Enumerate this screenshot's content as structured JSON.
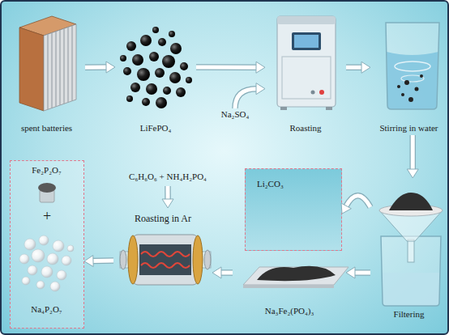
{
  "diagram": {
    "nodes": [
      {
        "text": [
          "spent batteries"
        ]
      },
      {
        "text": [
          "LiFePO₄"
        ]
      },
      {
        "text": [
          "Roasting"
        ]
      },
      {
        "text": [
          "Stirring in water"
        ]
      },
      {
        "text": [
          "Filtering"
        ]
      },
      {
        "text": [
          "Na₃Fe₂(PO₄)₃"
        ]
      },
      {
        "text": [
          "Li₂CO₃"
        ]
      },
      {
        "text": [
          "Roasting in Ar"
        ]
      },
      {
        "text": [
          "+"
        ]
      },
      {
        "text": [
          "Fe₂P₂O₇"
        ],
        "in": 8
      },
      {
        "text": [
          "Na₄P₂O₇"
        ],
        "in": 8
      },
      {
        "text": [
          "Na₂SO₄"
        ]
      },
      {
        "text": [
          "C₆H₆O₆ + NH₄H₂PO₄"
        ]
      }
    ],
    "edges": [
      {
        "from": 0,
        "to": 1,
        "arrow": "to"
      },
      {
        "from": 1,
        "to": 2,
        "arrow": "to"
      },
      {
        "from": 11,
        "to": 2,
        "arrow": "to"
      },
      {
        "from": 2,
        "to": 3,
        "arrow": "to"
      },
      {
        "from": 3,
        "to": 4,
        "arrow": "to"
      },
      {
        "from": 4,
        "to": 6,
        "arrow": "to"
      },
      {
        "from": 4,
        "to": 5,
        "arrow": "to"
      },
      {
        "from": 5,
        "to": 7,
        "arrow": "to"
      },
      {
        "from": 12,
        "to": 7,
        "arrow": "to"
      },
      {
        "from": 7,
        "to": 8,
        "arrow": "to"
      }
    ]
  }
}
